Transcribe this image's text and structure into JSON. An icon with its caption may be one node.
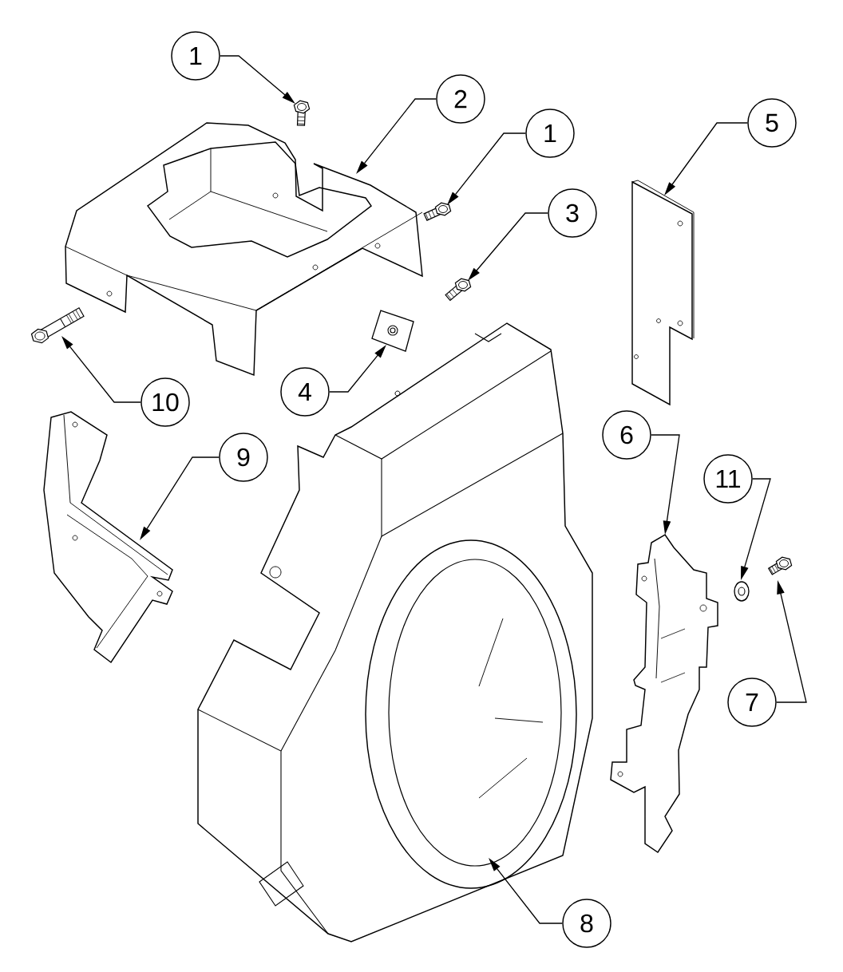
{
  "diagram": {
    "nodes": [
      {
        "text": [
          "1"
        ]
      },
      {
        "text": [],
        "shape": "picture"
      },
      {
        "text": [
          "2"
        ]
      },
      {
        "text": [],
        "shape": "picture"
      },
      {
        "text": [
          "1"
        ]
      },
      {
        "text": [],
        "shape": "picture"
      },
      {
        "text": [
          "3"
        ]
      },
      {
        "text": [],
        "shape": "picture"
      },
      {
        "text": [
          "5"
        ]
      },
      {
        "text": [],
        "shape": "picture"
      },
      {
        "text": [
          "4"
        ]
      },
      {
        "text": [],
        "shape": "picture"
      },
      {
        "text": [
          "10"
        ]
      },
      {
        "text": [],
        "shape": "picture"
      },
      {
        "text": [
          "9"
        ]
      },
      {
        "text": [],
        "shape": "picture"
      },
      {
        "text": [
          "6"
        ]
      },
      {
        "text": [],
        "shape": "picture"
      },
      {
        "text": [
          "11"
        ]
      },
      {
        "text": [],
        "shape": "picture"
      },
      {
        "text": [
          "7"
        ]
      },
      {
        "text": [],
        "shape": "picture"
      },
      {
        "text": [
          "8"
        ]
      },
      {
        "text": [],
        "shape": "picture"
      }
    ],
    "edges": [
      {
        "from": 0,
        "to": 1,
        "arrow": "to"
      },
      {
        "from": 2,
        "to": 3,
        "arrow": "to"
      },
      {
        "from": 4,
        "to": 5,
        "arrow": "to"
      },
      {
        "from": 6,
        "to": 7,
        "arrow": "to"
      },
      {
        "from": 8,
        "to": 9,
        "arrow": "to"
      },
      {
        "from": 10,
        "to": 11,
        "arrow": "to"
      },
      {
        "from": 12,
        "to": 13,
        "arrow": "to"
      },
      {
        "from": 14,
        "to": 15,
        "arrow": "to"
      },
      {
        "from": 16,
        "to": 17,
        "arrow": "to"
      },
      {
        "from": 18,
        "to": 19,
        "arrow": "to"
      },
      {
        "from": 20,
        "to": 21,
        "arrow": "to"
      },
      {
        "from": 22,
        "to": 23,
        "arrow": "to"
      }
    ]
  }
}
